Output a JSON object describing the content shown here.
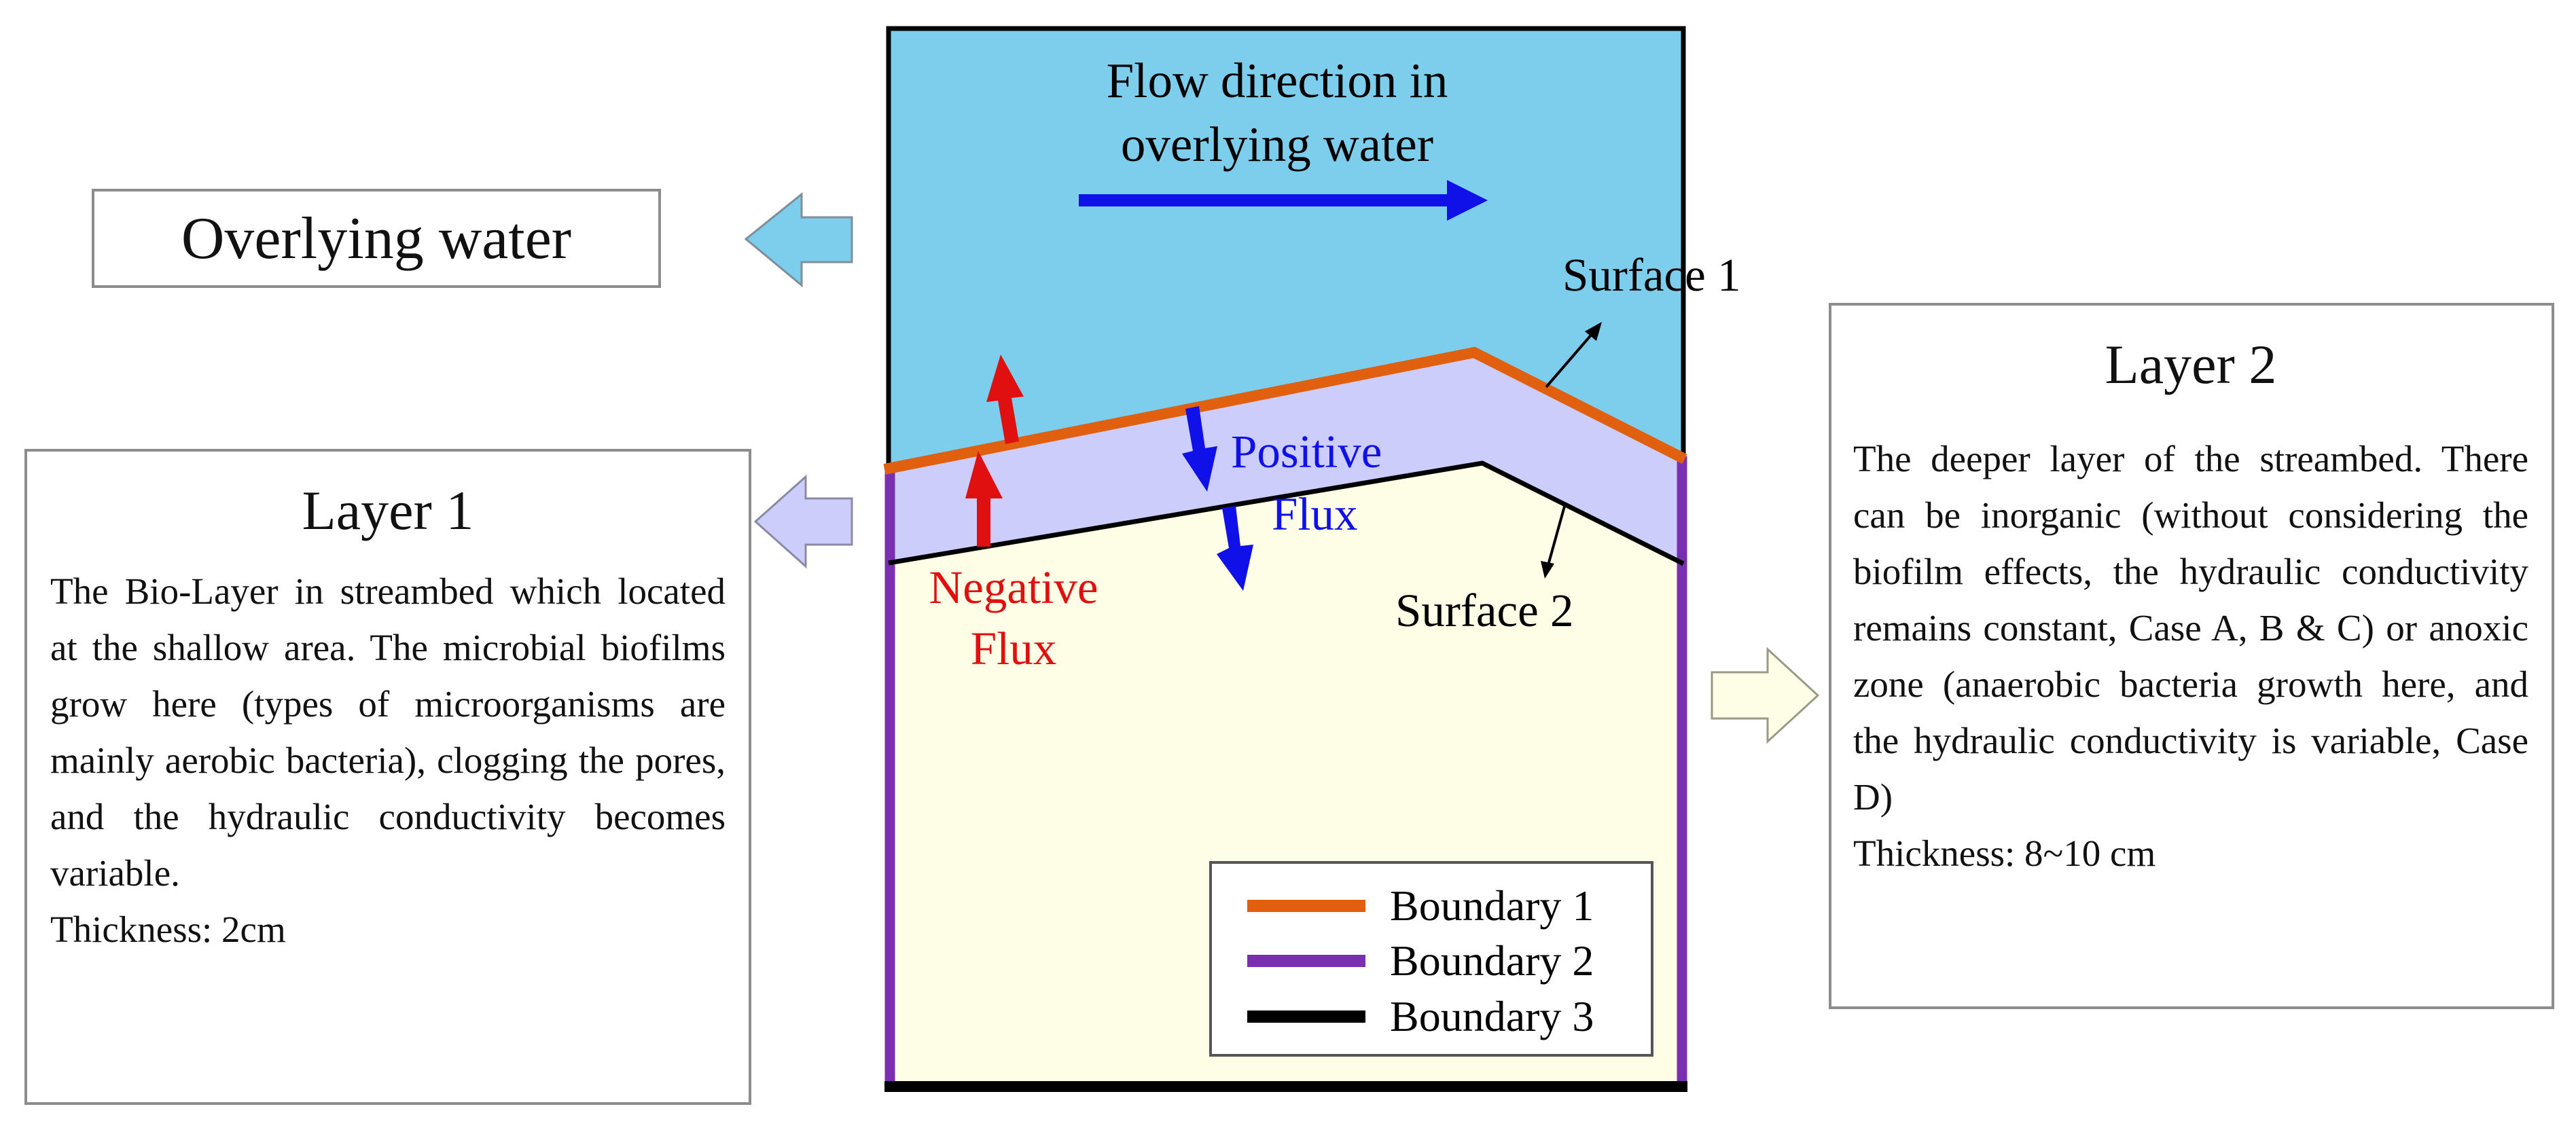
{
  "overlying_label": "Overlying water",
  "flow_label": [
    "Flow direction in",
    "overlying water"
  ],
  "surface1_label": "Surface 1",
  "surface2_label": "Surface 2",
  "positive_flux_label": [
    "Positive",
    "Flux"
  ],
  "negative_flux_label": [
    "Negative",
    "Flux"
  ],
  "legend": [
    {
      "label": "Boundary 1",
      "color": "#e0600f"
    },
    {
      "label": "Boundary 2",
      "color": "#7a2fb0"
    },
    {
      "label": "Boundary 3",
      "color": "#000000"
    }
  ],
  "layer1": {
    "title": "Layer 1",
    "body": "The Bio-Layer in streambed which located at the shallow area. The microbial biofilms grow here (types of microorganisms are mainly aerobic bacteria), clogging the pores, and the hydraulic conductivity becomes variable.",
    "thickness": "Thickness: 2cm"
  },
  "layer2": {
    "title": "Layer 2",
    "body": "The deeper layer of the streambed. There can be inorganic (without considering the biofilm effects, the hydraulic conductivity remains constant, Case A, B & C) or anoxic zone (anaerobic bacteria growth here, and the hydraulic conductivity is variable, Case D)",
    "thickness": "Thickness: 8~10 cm"
  },
  "colors": {
    "water": "#7dcdec",
    "biolayer": "#cccdfa",
    "deep_layer": "#fefde6",
    "flux_positive": "#1010e8",
    "flux_negative": "#e01010"
  }
}
